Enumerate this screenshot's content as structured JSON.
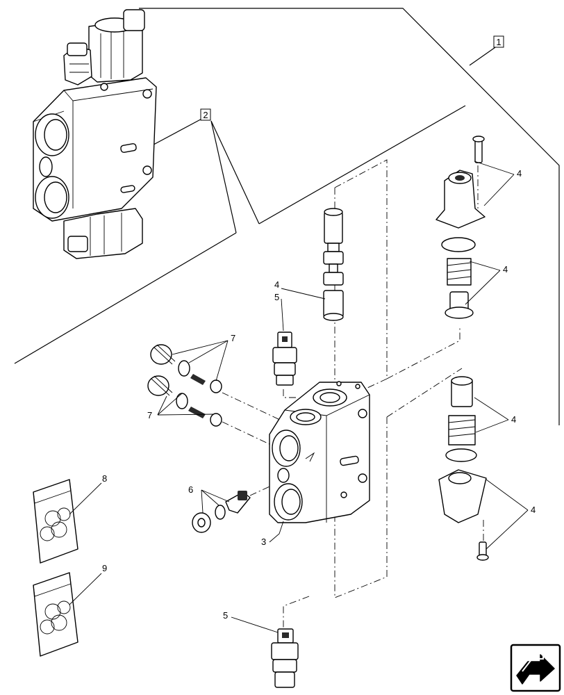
{
  "diagram": {
    "labels": {
      "callout_1": "1",
      "callout_2": "2",
      "item_3": "3",
      "item_4_spool": "4",
      "item_4_bolt_top": "4",
      "item_4_spring_top": "4",
      "item_4_spring_bottom": "4",
      "item_4_bolt_bottom": "4",
      "item_5_top": "5",
      "item_5_bottom": "5",
      "item_6": "6",
      "item_7_top": "7",
      "item_7_bottom": "7",
      "item_8": "8",
      "item_9": "9"
    },
    "icons": {
      "nav": "arrow-forward-icon"
    }
  }
}
